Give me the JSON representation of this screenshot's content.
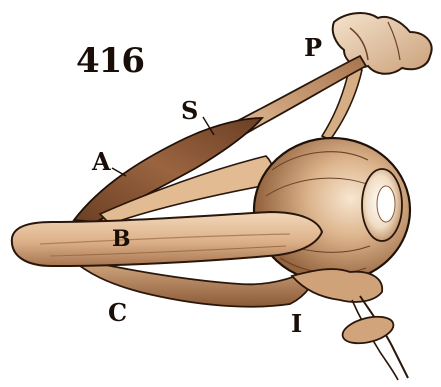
{
  "figure": {
    "number": "416",
    "labels": {
      "p": "P",
      "s": "S",
      "a": "A",
      "b": "B",
      "c": "C",
      "i": "I"
    }
  },
  "colors": {
    "ink": "#1a0f08",
    "muscle_light": "#e7c4a0",
    "muscle_mid": "#c99670",
    "muscle_dark": "#7a4a2c",
    "globe": "#d6ae86",
    "background": "#ffffff"
  }
}
